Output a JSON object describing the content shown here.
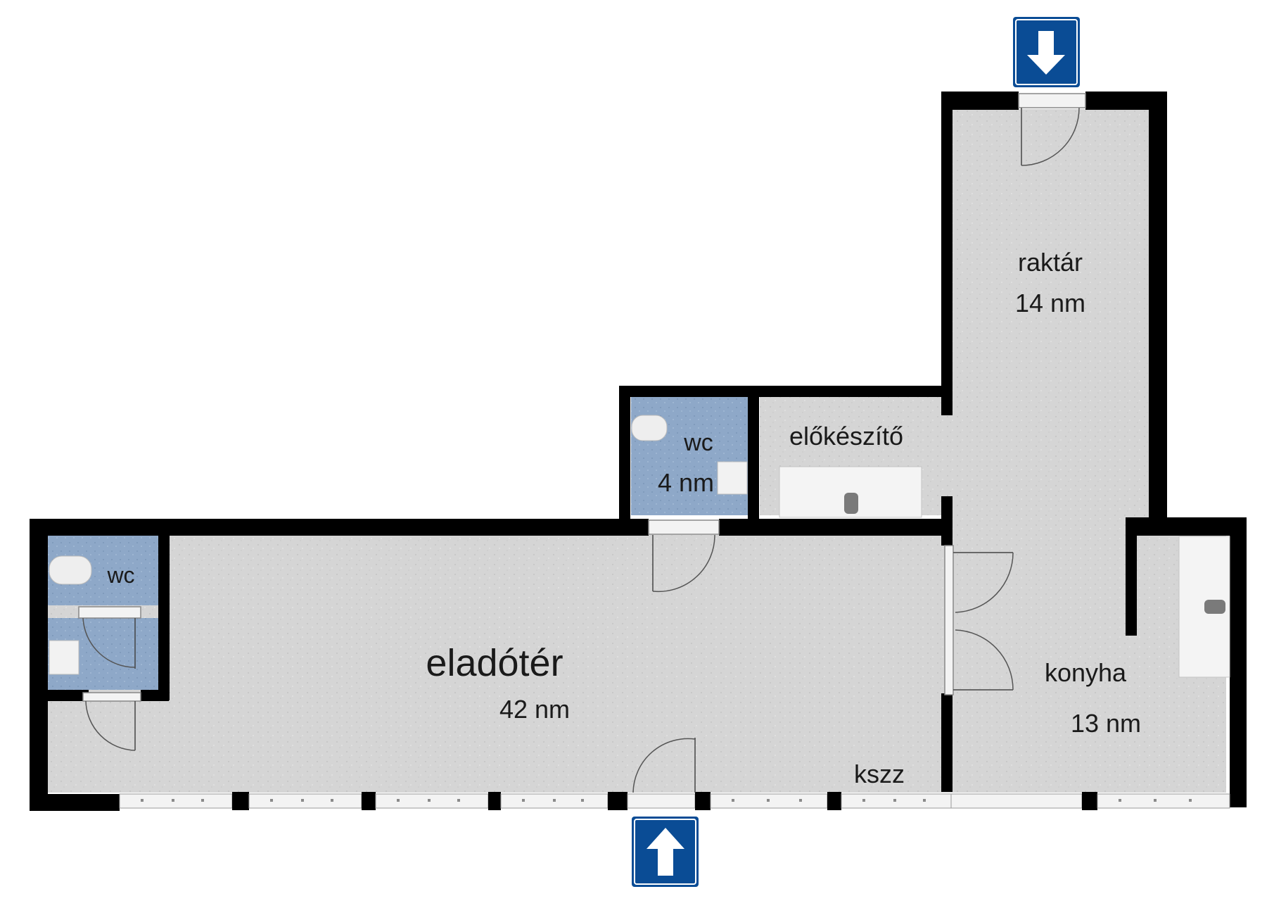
{
  "rooms": {
    "eladoter": {
      "name": "eladótér",
      "area": "42 nm"
    },
    "raktar": {
      "name": "raktár",
      "area": "14 nm"
    },
    "konyha": {
      "name": "konyha",
      "area": "13 nm"
    },
    "wc_upper": {
      "name": "wc",
      "area": "4 nm"
    },
    "wc_left": {
      "name": "wc"
    },
    "elokeszito": {
      "name": "előkészítő"
    },
    "kszz": {
      "name": "kszz"
    }
  },
  "entrances": {
    "top": {
      "icon": "arrow-down-icon"
    },
    "bottom": {
      "icon": "arrow-up-icon"
    }
  },
  "colors": {
    "wall": "#000000",
    "floor": "#d6d6d6",
    "wet_floor": "#8fa9c9",
    "sign": "#0a4c95",
    "window": "#f3f3f3"
  }
}
